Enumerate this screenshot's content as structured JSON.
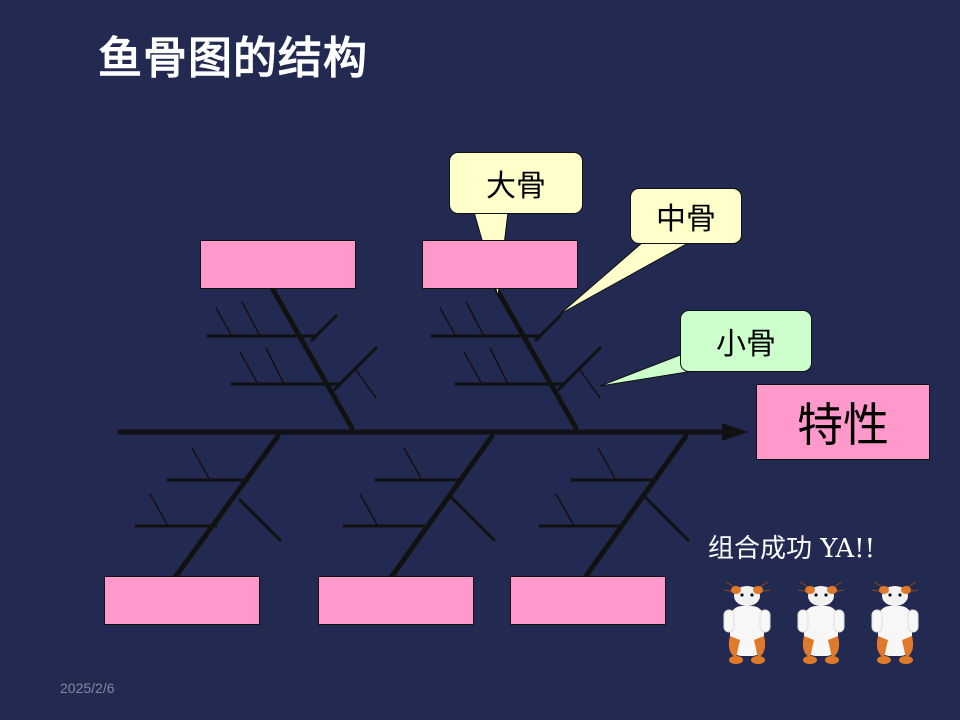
{
  "slide": {
    "title": "鱼骨图的结构",
    "date": "2025/2/6"
  },
  "diagram": {
    "characteristic_label": "特性",
    "callouts": {
      "big_bone": "大骨",
      "middle_bone": "中骨",
      "small_bone": "小骨"
    },
    "success_text": "组合成功 YA!!",
    "colors": {
      "background": "#222a52",
      "bone": "#111111",
      "cause_box": "#ff99cc",
      "callout_yellow": "#ffffcc",
      "callout_green": "#ccffcc"
    },
    "icons": [
      "hamster-icon",
      "hamster-icon",
      "hamster-icon"
    ]
  }
}
